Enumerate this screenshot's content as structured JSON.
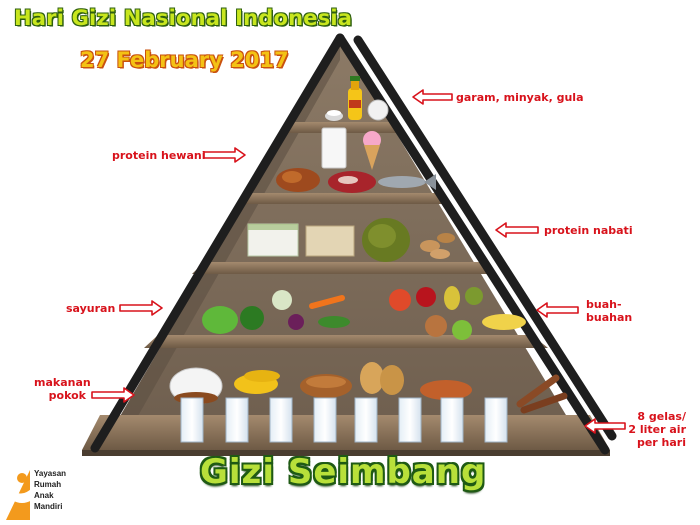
{
  "header": {
    "title": "Hari Gizi Nasional Indonesia",
    "date": "27 February 2017"
  },
  "labels": {
    "sugar_oil_salt": "garam, minyak, gula",
    "animal_protein": "protein hewani",
    "plant_protein": "protein nabati",
    "vegetables": "sayuran",
    "fruits_line1": "buah-",
    "fruits_line2": "buahan",
    "staple_line1": "makanan",
    "staple_line2": "pokok",
    "water_line1": "8 gelas/",
    "water_line2": "2 liter air",
    "water_line3": "per hari"
  },
  "footer": {
    "slogan": "Gizi Seimbang",
    "org_line1": "Yayasan",
    "org_line2": "Rumah",
    "org_line3": "Anak",
    "org_line4": "Mandiri"
  },
  "colors": {
    "label_red": "#d8121b",
    "frame": "#1e1e1e",
    "shelf_wood": "#8a7258",
    "title_green": "#c8e61e",
    "date_yellow": "#f4c214",
    "logo_orange": "#f39a1d"
  },
  "icons": {
    "arrow": "outline-arrow-icon",
    "logo": "yayasan-logo-icon"
  }
}
